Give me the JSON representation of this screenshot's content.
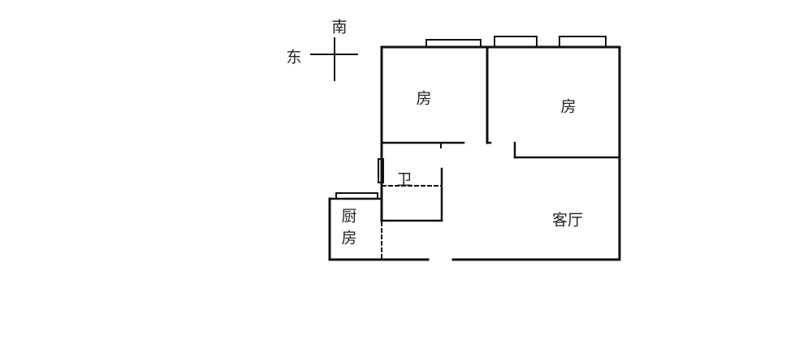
{
  "compass": {
    "south": "南",
    "east": "东"
  },
  "rooms": {
    "bedroom_1": "房",
    "bedroom_2": "房",
    "bathroom": "卫",
    "kitchen_line1": "厨",
    "kitchen_line2": "房",
    "living_room": "客厅"
  },
  "colors": {
    "wall": "#111111",
    "background": "#ffffff"
  }
}
